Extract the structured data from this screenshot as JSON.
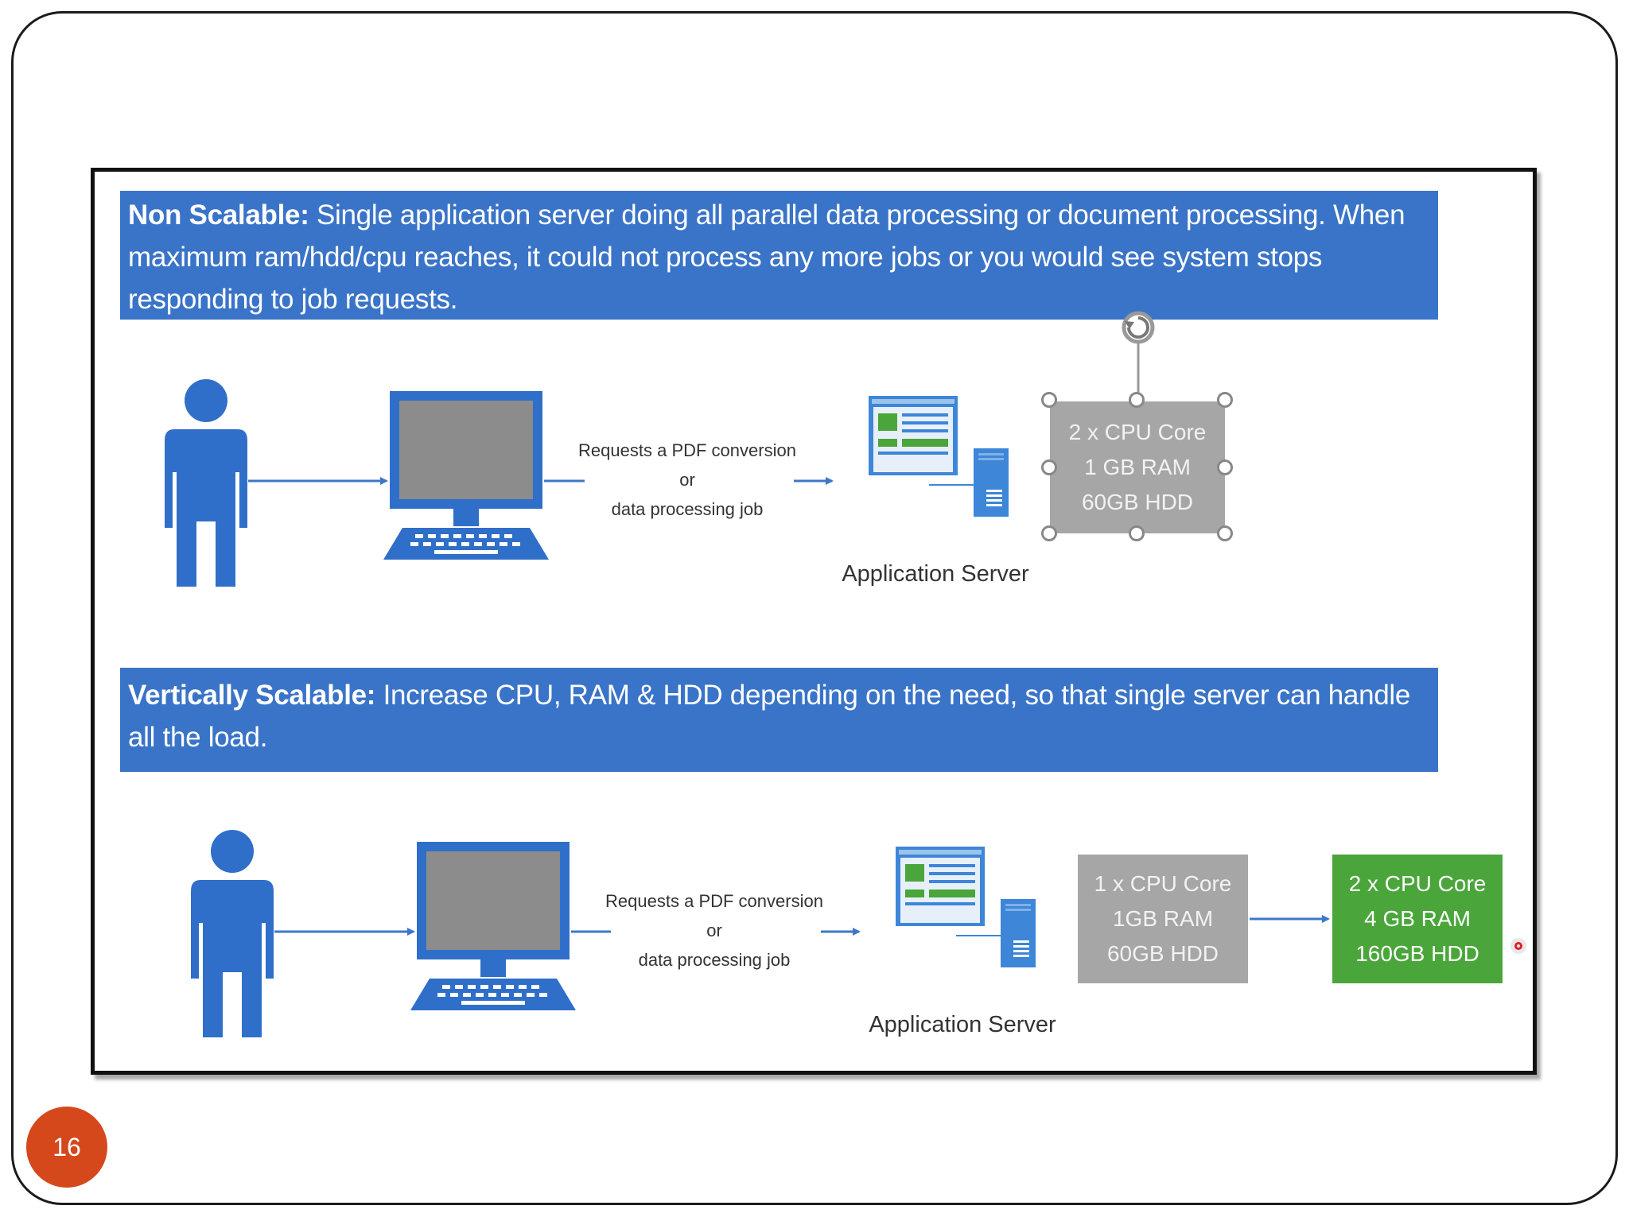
{
  "slide": {
    "number": "16"
  },
  "non_scalable": {
    "title": "Non Scalable:",
    "description": " Single application server doing all parallel data processing or document processing. When maximum ram/hdd/cpu reaches, it could not process any more jobs or you would see system stops responding to job requests.",
    "request_line1": "Requests a PDF conversion",
    "request_line2": "or",
    "request_line3": "data processing job",
    "server_label": "Application Server",
    "spec": {
      "cpu": "2 x CPU Core",
      "ram": "1 GB RAM",
      "hdd": "60GB HDD"
    }
  },
  "vertically_scalable": {
    "title": "Vertically Scalable:",
    "description": " Increase CPU, RAM & HDD depending on the need, so that single server can handle all the load.",
    "request_line1": "Requests a PDF conversion",
    "request_line2": "or",
    "request_line3": "data processing job",
    "server_label": "Application Server",
    "spec_before": {
      "cpu": "1 x CPU Core",
      "ram": "1GB RAM",
      "hdd": "60GB HDD"
    },
    "spec_after": {
      "cpu": "2 x CPU Core",
      "ram": "4 GB RAM",
      "hdd": "160GB HDD"
    }
  },
  "colors": {
    "banner": "#3a74c8",
    "icon_blue": "#2f6fc9",
    "spec_gray": "#a6a6a6",
    "spec_green": "#4aa63a",
    "slide_number_bg": "#d5481c"
  },
  "icons": [
    "person-icon",
    "computer-icon",
    "app-window-icon",
    "server-tower-icon",
    "rotate-icon"
  ]
}
